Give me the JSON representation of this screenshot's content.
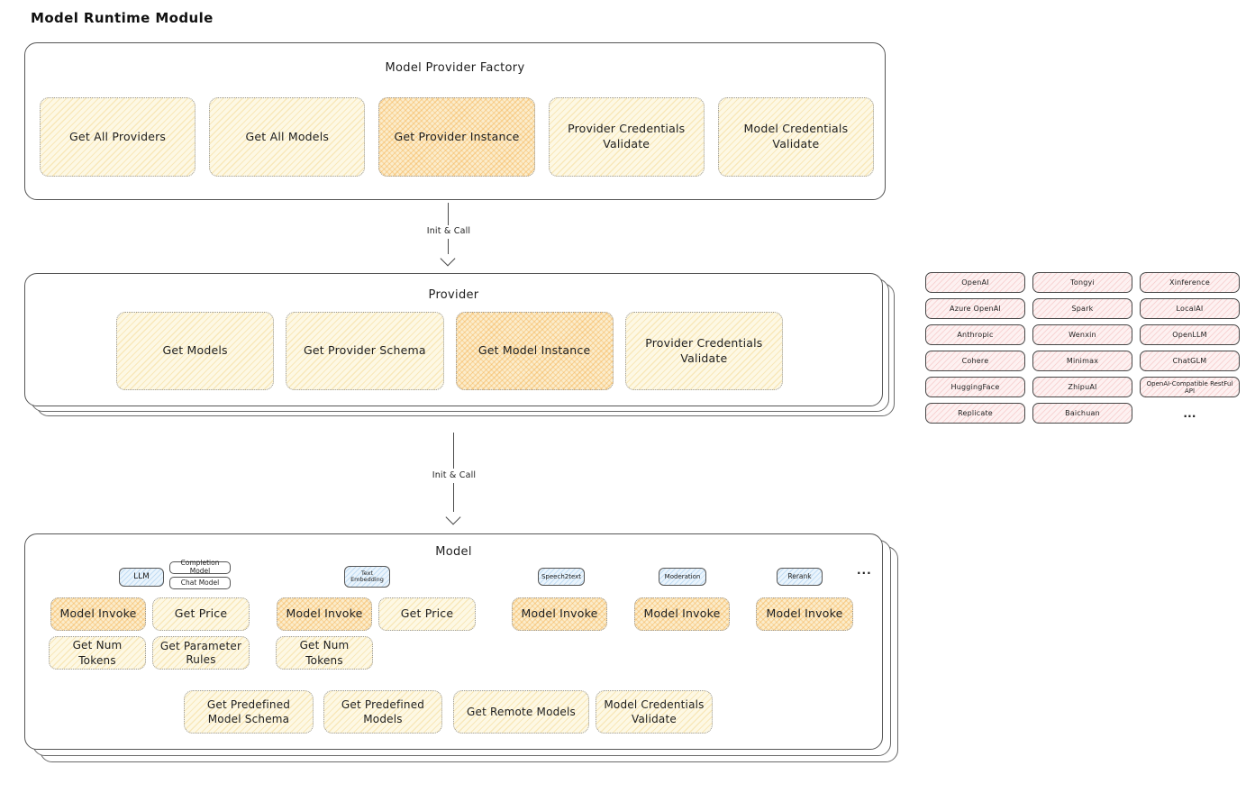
{
  "page_title": "Model Runtime Module",
  "colors": {
    "node_yellow": "#fff9db",
    "node_orange_highlight": "#ffd8a8",
    "provider_pink": "#ffe3e3",
    "tab_blue": "#d0ebff",
    "ink": "#1e1e1e"
  },
  "factory": {
    "title": "Model Provider Factory",
    "buttons": [
      {
        "label": "Get All Providers",
        "highlighted": false
      },
      {
        "label": "Get All Models",
        "highlighted": false
      },
      {
        "label": "Get Provider Instance",
        "highlighted": true
      },
      {
        "label": "Provider Credentials Validate",
        "highlighted": false
      },
      {
        "label": "Model Credentials Validate",
        "highlighted": false
      }
    ]
  },
  "arrow1_label": "Init & Call",
  "arrow2_label": "Init & Call",
  "provider": {
    "title": "Provider",
    "buttons": [
      {
        "label": "Get Models",
        "highlighted": false
      },
      {
        "label": "Get Provider Schema",
        "highlighted": false
      },
      {
        "label": "Get Model Instance",
        "highlighted": true
      },
      {
        "label": "Provider Credentials Validate",
        "highlighted": false
      }
    ]
  },
  "provider_list": {
    "items": [
      "OpenAI",
      "Tongyi",
      "Xinference",
      "Azure OpenAI",
      "Spark",
      "LocalAI",
      "Anthropic",
      "Wenxin",
      "OpenLLM",
      "Cohere",
      "Minimax",
      "ChatGLM",
      "HuggingFace",
      "ZhipuAI",
      "OpenAI-Compatible RestFul API",
      "Replicate",
      "Baichuan"
    ],
    "ellipsis": "..."
  },
  "model": {
    "title": "Model",
    "tabs": {
      "llm": "LLM",
      "completion_model": "Completion Model",
      "chat_model": "Chat Model",
      "text_embedding": "Text Embedding",
      "speech2text": "Speech2text",
      "moderation": "Moderation",
      "rerank": "Rerank",
      "ellipsis": "..."
    },
    "actions": {
      "model_invoke": "Model Invoke",
      "get_price": "Get Price",
      "get_num_tokens": "Get Num Tokens",
      "get_parameter_rules": "Get Parameter Rules"
    },
    "bottom_buttons": [
      "Get Predefined Model Schema",
      "Get Predefined Models",
      "Get Remote Models",
      "Model Credentials Validate"
    ]
  }
}
